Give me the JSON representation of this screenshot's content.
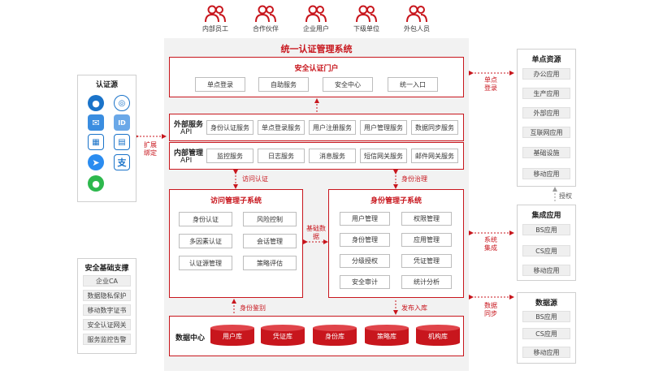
{
  "users": [
    "内部员工",
    "合作伙伴",
    "企业用户",
    "下级单位",
    "外包人员"
  ],
  "main_title": "统一认证管理系统",
  "portal": {
    "title": "安全认证门户",
    "items": [
      "单点登录",
      "自助服务",
      "安全中心",
      "统一入口"
    ]
  },
  "external_api": {
    "title": "外部服务",
    "api": "API",
    "items": [
      "身份认证服务",
      "单点登录服务",
      "用户注册服务",
      "用户管理服务",
      "数据同步服务"
    ]
  },
  "internal_api": {
    "title": "内部管理",
    "api": "API",
    "items": [
      "监控服务",
      "日志服务",
      "消息服务",
      "短信网关服务",
      "邮件网关服务"
    ]
  },
  "access": {
    "title": "访问管理子系统",
    "items": [
      "身份认证",
      "风险控制",
      "多因素认证",
      "会话管理",
      "认证源管理",
      "策略评估"
    ]
  },
  "identity": {
    "title": "身份管理子系统",
    "items": [
      "用户管理",
      "权限管理",
      "身份管理",
      "应用管理",
      "分级授权",
      "凭证管理",
      "安全审计",
      "统计分析"
    ]
  },
  "data_center": {
    "title": "数据中心",
    "items": [
      "用户库",
      "凭证库",
      "身份库",
      "策略库",
      "机构库"
    ]
  },
  "flows": {
    "access_auth": "访问认证",
    "identity_gov": "身份治理",
    "basic_data": "基础数据",
    "identity_audit": "身份鉴别",
    "publish": "发布入库"
  },
  "auth_source": {
    "title": "认证源",
    "icons": [
      "lock-icon",
      "fingerprint-icon",
      "mail-icon",
      "id-card-icon",
      "qrcode-icon",
      "certificate-icon",
      "dingtalk-icon",
      "alipay-icon",
      "wechat-icon"
    ]
  },
  "security_support": {
    "title": "安全基础支撑",
    "items": [
      "企业CA",
      "数据隐私保护",
      "移动数字证书",
      "安全认证网关",
      "服务监控告警"
    ]
  },
  "sso_resources": {
    "title": "单点资源",
    "items": [
      "办公应用",
      "生产应用",
      "外部应用",
      "互联网应用",
      "基础设施",
      "移动应用"
    ]
  },
  "integration": {
    "title": "集成应用",
    "items": [
      "BS应用",
      "CS应用",
      "移动应用"
    ]
  },
  "datasource": {
    "title": "数据源",
    "items": [
      "BS应用",
      "CS应用",
      "移动应用"
    ]
  },
  "side_labels": {
    "expand_bind": "扩展\n绑定",
    "sso_login": "单点\n登录",
    "authorize": "授权",
    "system_integration": "系统\n集成",
    "data_sync": "数据\n同步"
  },
  "colors": {
    "accent": "#c8161d",
    "panel": "#f2f2f2"
  }
}
